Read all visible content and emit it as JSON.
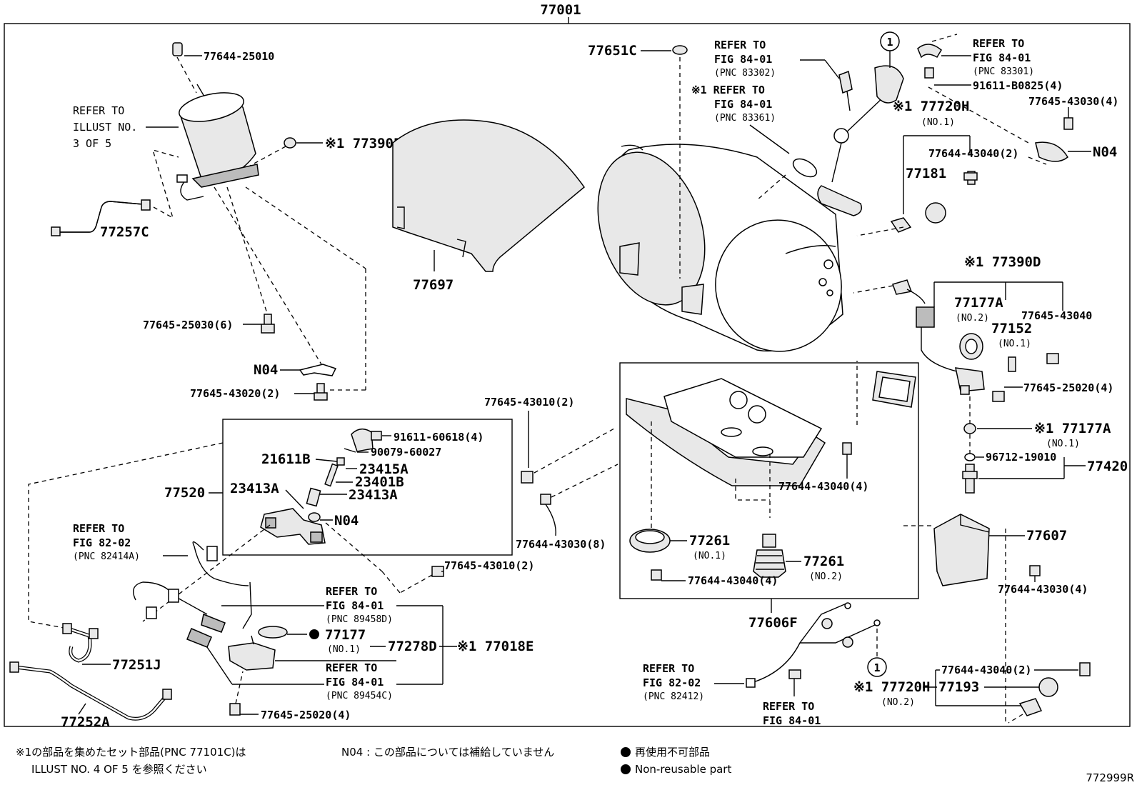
{
  "title": "77001",
  "labels": {
    "p_77644_25010": "77644-25010",
    "refer_illust_1": "REFER TO",
    "refer_illust_2": "ILLUST NO.",
    "refer_illust_3": "3 OF 5",
    "p_77390E": "※1 77390E",
    "p_77257C": "77257C",
    "p_77645_25030_6": "77645-25030(6)",
    "p_N04_a": "N04",
    "p_77645_43020_2": "77645-43020(2)",
    "p_77697": "77697",
    "p_77651C": "77651C",
    "ref_a_1": "REFER TO",
    "ref_a_2": "FIG 84-01",
    "ref_a_3": "(PNC 83302)",
    "ref_b_1": "※1 REFER TO",
    "ref_b_2": "FIG 84-01",
    "ref_b_3": "(PNC 83361)",
    "circle_1a": "1",
    "p_77720H_1": "※1 77720H",
    "p_77720H_1_no": "(NO.1)",
    "ref_c_1": "REFER TO",
    "ref_c_2": "FIG 84-01",
    "ref_c_3": "(PNC 83301)",
    "p_91611_B0825": "91611-B0825(4)",
    "p_77645_43030_4": "77645-43030(4)",
    "p_77644_43040_2a": "77644-43040(2)",
    "p_N04_b": "N04",
    "p_77181": "77181",
    "p_77390D": "※1 77390D",
    "p_77177A_2": "77177A",
    "p_77177A_2_no": "(NO.2)",
    "p_77645_43040": "77645-43040",
    "p_77152": "77152",
    "p_77152_no": "(NO.1)",
    "p_77645_25020_4a": "77645-25020(4)",
    "p_77177A_1": "※1 77177A",
    "p_77177A_1_no": "(NO.1)",
    "p_96712_19010": "96712-19010",
    "p_77420": "77420",
    "p_77607": "77607",
    "p_77644_43030_4": "77644-43030(4)",
    "p_77645_43010_2a": "77645-43010(2)",
    "p_77644_43030_8": "77644-43030(8)",
    "p_77644_43040_4a": "77644-43040(4)",
    "p_77261_1": "77261",
    "p_77261_1_no": "(NO.1)",
    "p_77261_2": "77261",
    "p_77261_2_no": "(NO.2)",
    "p_77644_43040_4b": "77644-43040(4)",
    "p_77606F": "77606F",
    "p_91611_60618": "91611-60618(4)",
    "p_90079_60027": "90079-60027",
    "p_21611B": "21611B",
    "p_23415A": "23415A",
    "p_77520": "77520",
    "p_23413A_a": "23413A",
    "p_23401B": "23401B",
    "p_23413A_b": "23413A",
    "p_N04_c": "N04",
    "ref_d_1": "REFER TO",
    "ref_d_2": "FIG 82-02",
    "ref_d_3": "(PNC 82414A)",
    "p_77645_43010_2b": "77645-43010(2)",
    "ref_e_1": "REFER TO",
    "ref_e_2": "FIG 84-01",
    "ref_e_3": "(PNC 89458D)",
    "p_77177": "77177",
    "p_77177_no": "(NO.1)",
    "p_77278D": "77278D",
    "p_77018E": "※1 77018E",
    "ref_f_1": "REFER TO",
    "ref_f_2": "FIG 84-01",
    "ref_f_3": "(PNC 89454C)",
    "p_77251J": "77251J",
    "p_77252A": "77252A",
    "p_77645_25020_4b": "77645-25020(4)",
    "ref_g_1": "REFER TO",
    "ref_g_2": "FIG 82-02",
    "ref_g_3": "(PNC 82412)",
    "ref_h_1": "REFER TO",
    "ref_h_2": "FIG 84-01",
    "circle_1b": "1",
    "p_77720H_2": "※1 77720H",
    "p_77720H_2_no": "(NO.2)",
    "p_77644_43040_2b": "77644-43040(2)",
    "p_77193": "77193"
  },
  "notes": {
    "line1": "※1の部品を集めたセット部品(PNC 77101C)は",
    "line2": "ILLUST NO. 4 OF 5 を参照ください",
    "n04_note": "N04 : この部品については補給していません",
    "legend_jp": "再使用不可部品",
    "legend_en": "Non-reusable part",
    "code": "772999R"
  }
}
